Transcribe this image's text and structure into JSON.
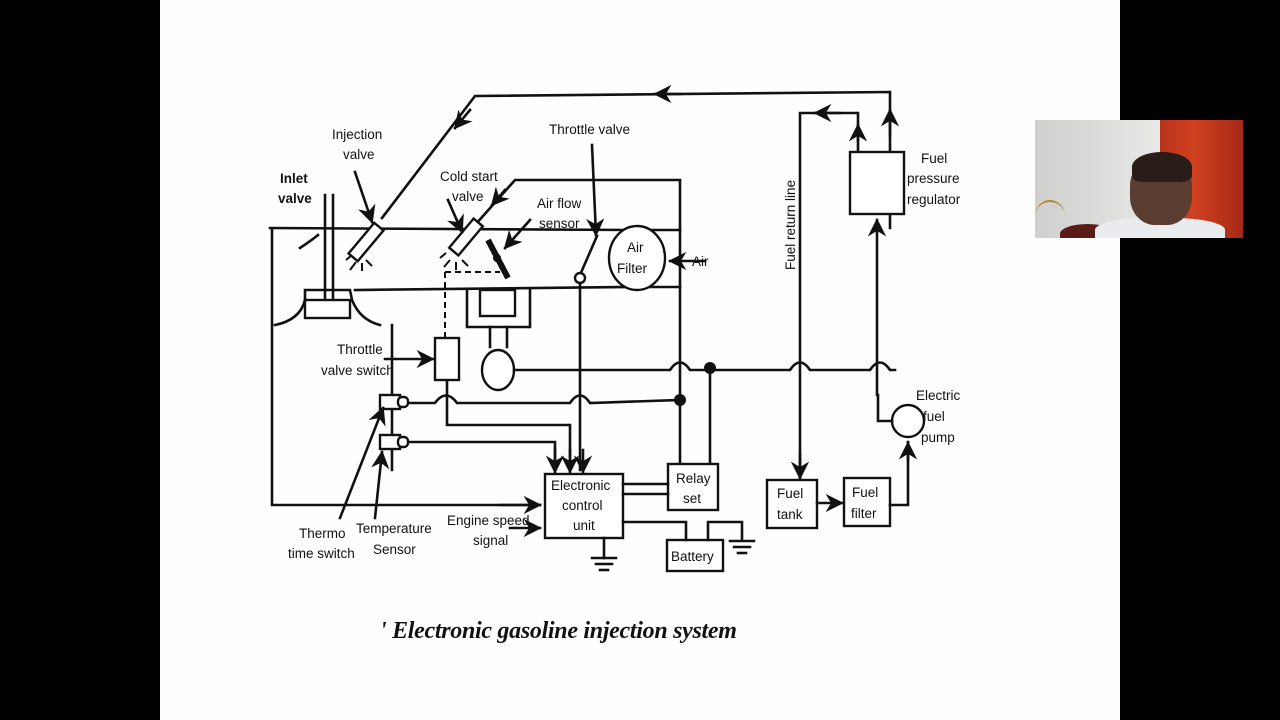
{
  "slide": {
    "caption": "' Electronic gasoline injection system"
  },
  "diagram": {
    "labels": {
      "injection_valve_1": "Injection",
      "injection_valve_2": "valve",
      "inlet_valve_1": "Inlet",
      "inlet_valve_2": "valve",
      "cold_start_1": "Cold start",
      "cold_start_2": "valve",
      "throttle_valve": "Throttle valve",
      "air_flow_1": "Air flow",
      "air_flow_2": "sensor",
      "air_filter_1": "Air",
      "air_filter_2": "Filter",
      "air": "Air",
      "fuel_return_line": "Fuel return line",
      "fuel_pressure_1": "Fuel",
      "fuel_pressure_2": "pressure",
      "fuel_pressure_3": "regulator",
      "throttle_switch_1": "Throttle",
      "throttle_switch_2": "valve switch",
      "electric_pump_1": "Electric",
      "electric_pump_2": "fuel",
      "electric_pump_3": "pump",
      "ecu_1": "Electronic",
      "ecu_2": "control",
      "ecu_3": "unit",
      "relay_1": "Relay",
      "relay_2": "set",
      "fuel_tank_1": "Fuel",
      "fuel_tank_2": "tank",
      "fuel_filter_1": "Fuel",
      "fuel_filter_2": "filter",
      "battery": "Battery",
      "engine_speed_1": "Engine speed",
      "engine_speed_2": "signal",
      "thermo_1": "Thermo",
      "thermo_2": "time switch",
      "temp_1": "Temperature",
      "temp_2": "Sensor"
    }
  },
  "webcam": {
    "description": "presenter webcam video"
  }
}
